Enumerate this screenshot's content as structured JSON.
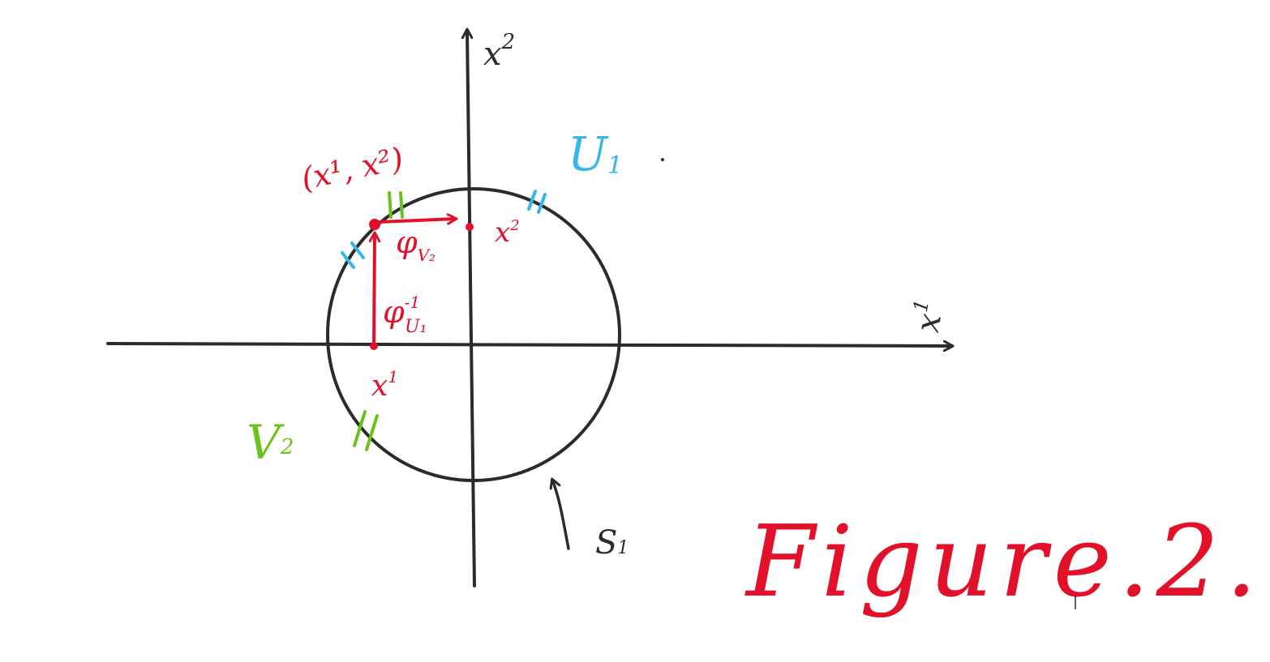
{
  "axes": {
    "x_label": "x",
    "x_label_superscript": "1",
    "y_label": "x",
    "y_label_superscript": "2"
  },
  "point": {
    "label": "(x¹, x²)"
  },
  "map_labels": {
    "phi": "φ",
    "phi_v2_subscript": "V₂",
    "phi_u1_inverse_superscript": "-1",
    "phi_u1_subscript": "U₁",
    "x1_tick_label": "x",
    "x1_tick_superscript": "1",
    "x2_tick_label": "x",
    "x2_tick_superscript": "2"
  },
  "charts": {
    "u1_label": "U",
    "u1_subscript": "1",
    "v2_label": "V",
    "v2_subscript": "2"
  },
  "circle": {
    "label": "S",
    "label_subscript": "1"
  },
  "caption": {
    "text": "Figure.2."
  },
  "colors": {
    "ink": "#2b2b2b",
    "red": "#e3102a",
    "blue": "#37b6e8",
    "green": "#6cc21c"
  }
}
